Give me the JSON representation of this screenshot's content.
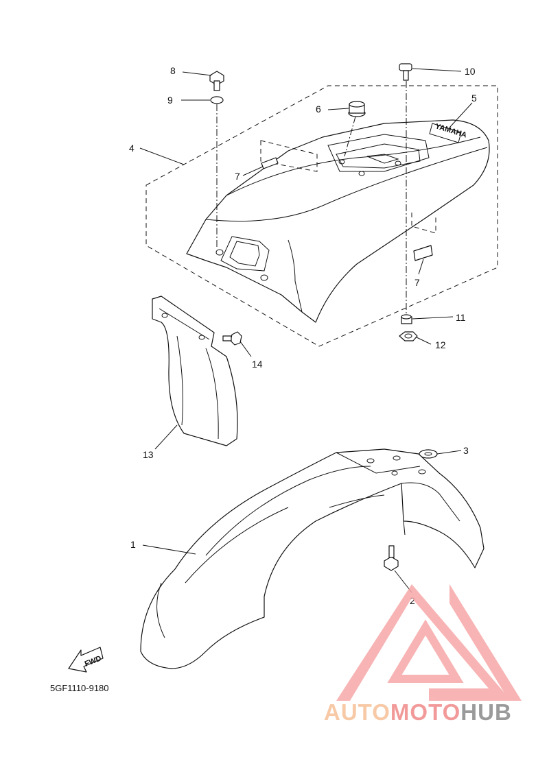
{
  "callouts": {
    "c1": "1",
    "c2": "2",
    "c3": "3",
    "c4": "4",
    "c5": "5",
    "c6": "6",
    "c7a": "7",
    "c7b": "7",
    "c8": "8",
    "c9": "9",
    "c10": "10",
    "c11": "11",
    "c12": "12",
    "c13": "13",
    "c14": "14"
  },
  "reference_number": "5GF1110-9180",
  "fwd_label": "FWD",
  "emblem_text": "YAMAHA",
  "watermark": {
    "auto": "AUTO",
    "moto": "MOTO",
    "hub": "HUB",
    "color_auto": "#f7c9a6",
    "color_moto": "#f29a9a",
    "color_hub": "#9a9a9a",
    "triangle_color": "#f7a8a8"
  }
}
